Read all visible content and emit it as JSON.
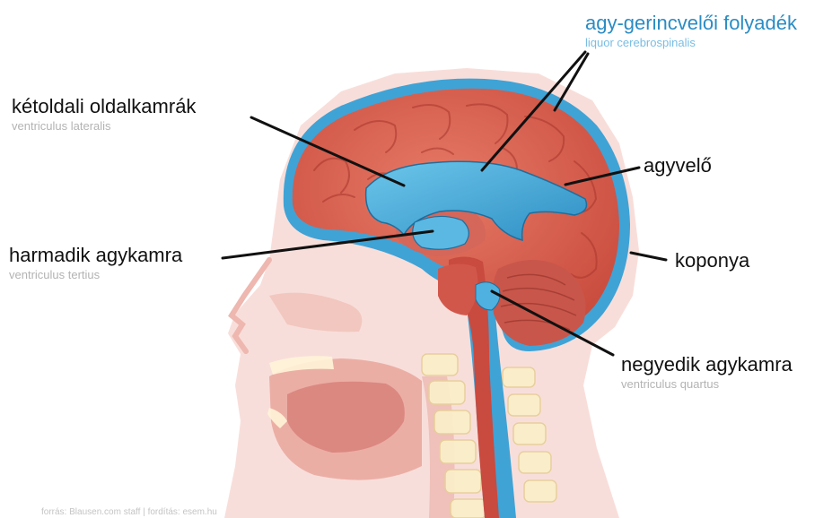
{
  "labels": {
    "csf": {
      "main": "agy-gerincvelői folyadék",
      "latin": "liquor cerebrospinalis"
    },
    "lateral_ventricles": {
      "main": "kétoldali oldalkamrák",
      "latin": "ventriculus lateralis"
    },
    "third_ventricle": {
      "main": "harmadik agykamra",
      "latin": "ventriculus tertius"
    },
    "brain": {
      "main": "agyvelő"
    },
    "skull": {
      "main": "koponya"
    },
    "fourth_ventricle": {
      "main": "negyedik agykamra",
      "latin": "ventriculus quartus"
    }
  },
  "credit": "forrás: Blausen.com staff | fordítás: esem.hu",
  "colors": {
    "csf_blue": "#2a8cc4",
    "brain_red": "#d75a4a",
    "head_pink": "#f3c4bd",
    "label_text": "#111111",
    "latin_gray": "#b3b3b3"
  }
}
